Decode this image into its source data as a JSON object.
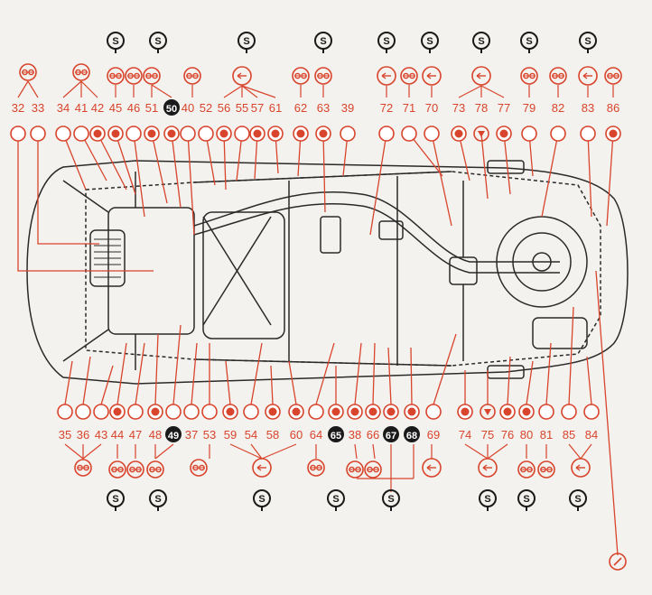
{
  "colors": {
    "accent": "#d8442c",
    "ink": "#2a2a2a",
    "paper": "#f4f2ee",
    "marker_fill": "#d8442c",
    "dark_marker": "#1a1a1a"
  },
  "legend_symbol_names": {
    "S": "service-symbol",
    "goggles": "goggles-symbol",
    "triangle": "triangle-symbol",
    "arrow": "arrow-symbol",
    "gauge": "gauge-symbol"
  },
  "top_row": [
    {
      "num": "32",
      "type": "open"
    },
    {
      "num": "33",
      "type": "open"
    },
    {
      "num": "34",
      "type": "open"
    },
    {
      "num": "41",
      "type": "open"
    },
    {
      "num": "42",
      "type": "filled"
    },
    {
      "num": "45",
      "type": "filled"
    },
    {
      "num": "46",
      "type": "open"
    },
    {
      "num": "51",
      "type": "filled"
    },
    {
      "num": "50",
      "type": "filled",
      "dark_label": true
    },
    {
      "num": "40",
      "type": "open"
    },
    {
      "num": "52",
      "type": "open"
    },
    {
      "num": "56",
      "type": "filled"
    },
    {
      "num": "55",
      "type": "open"
    },
    {
      "num": "57",
      "type": "filled"
    },
    {
      "num": "61",
      "type": "filled"
    },
    {
      "num": "62",
      "type": "filled"
    },
    {
      "num": "63",
      "type": "filled"
    },
    {
      "num": "39",
      "type": "open"
    },
    {
      "num": "72",
      "type": "open"
    },
    {
      "num": "71",
      "type": "open"
    },
    {
      "num": "70",
      "type": "open"
    },
    {
      "num": "73",
      "type": "filled"
    },
    {
      "num": "78",
      "type": "triangle"
    },
    {
      "num": "77",
      "type": "filled"
    },
    {
      "num": "79",
      "type": "open"
    },
    {
      "num": "82",
      "type": "open"
    },
    {
      "num": "83",
      "type": "open"
    },
    {
      "num": "86",
      "type": "filled"
    }
  ],
  "bottom_row": [
    {
      "num": "35",
      "type": "open"
    },
    {
      "num": "36",
      "type": "open"
    },
    {
      "num": "43",
      "type": "open"
    },
    {
      "num": "44",
      "type": "filled"
    },
    {
      "num": "47",
      "type": "open"
    },
    {
      "num": "48",
      "type": "filled"
    },
    {
      "num": "49",
      "type": "open",
      "dark_label": true
    },
    {
      "num": "37",
      "type": "open"
    },
    {
      "num": "53",
      "type": "open"
    },
    {
      "num": "59",
      "type": "filled"
    },
    {
      "num": "54",
      "type": "open"
    },
    {
      "num": "58",
      "type": "filled"
    },
    {
      "num": "60",
      "type": "filled"
    },
    {
      "num": "64",
      "type": "open"
    },
    {
      "num": "65",
      "type": "filled",
      "dark_label": true
    },
    {
      "num": "38",
      "type": "filled"
    },
    {
      "num": "66",
      "type": "filled"
    },
    {
      "num": "67",
      "type": "filled",
      "dark_label": true
    },
    {
      "num": "68",
      "type": "filled",
      "dark_label": true
    },
    {
      "num": "69",
      "type": "open"
    },
    {
      "num": "74",
      "type": "filled"
    },
    {
      "num": "75",
      "type": "triangle"
    },
    {
      "num": "76",
      "type": "filled"
    },
    {
      "num": "80",
      "type": "filled"
    },
    {
      "num": "81",
      "type": "open"
    },
    {
      "num": "85",
      "type": "open"
    },
    {
      "num": "84",
      "type": "open"
    }
  ]
}
